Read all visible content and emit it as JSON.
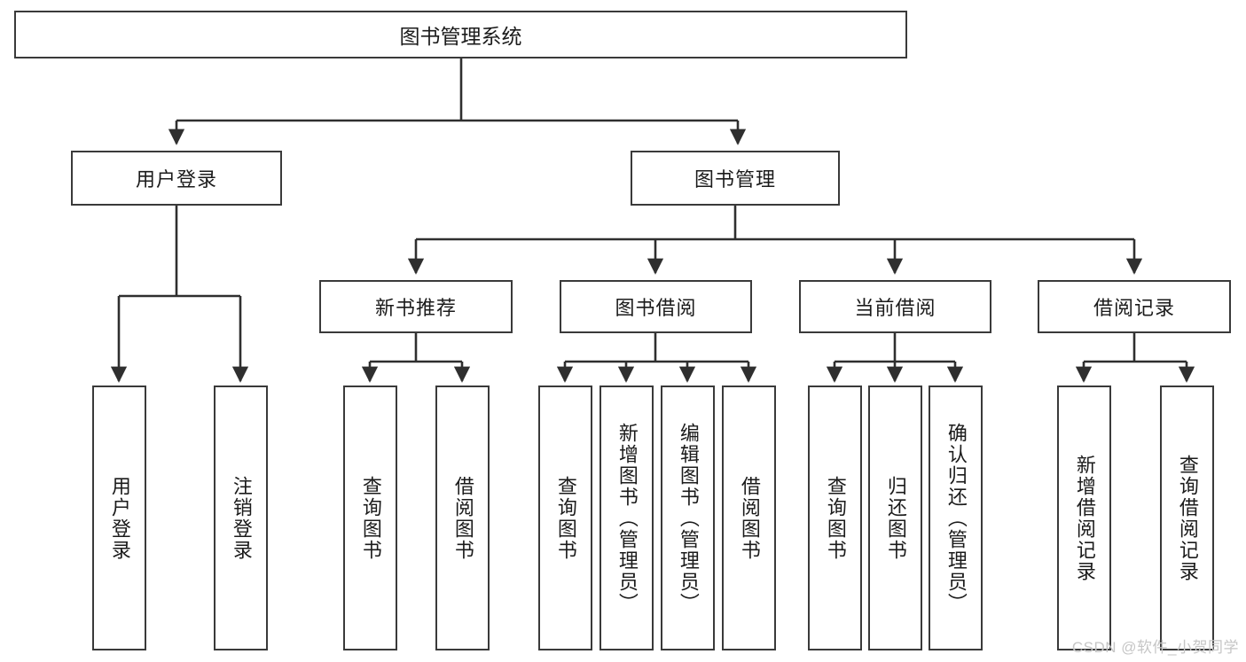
{
  "diagram": {
    "title": "图书管理系统",
    "type": "tree-hierarchy",
    "colors": {
      "background": "#ffffff",
      "box_fill": "#ffffff",
      "box_border": "#3a3a3a",
      "connector": "#2f2f2f",
      "text": "#1b1b1b",
      "watermark": "#c6c6c6"
    },
    "root": {
      "label": "图书管理系统"
    },
    "level2": [
      {
        "label": "用户登录"
      },
      {
        "label": "图书管理"
      }
    ],
    "level3": [
      {
        "label": "新书推荐"
      },
      {
        "label": "图书借阅"
      },
      {
        "label": "当前借阅"
      },
      {
        "label": "借阅记录"
      }
    ],
    "leaves": {
      "user_login": [
        {
          "label": "用户登录"
        },
        {
          "label": "注销登录"
        }
      ],
      "new_book_recommend": [
        {
          "label": "查询图书"
        },
        {
          "label": "借阅图书"
        }
      ],
      "book_borrow": [
        {
          "label": "查询图书"
        },
        {
          "label": "新增图书（管理员）"
        },
        {
          "label": "编辑图书（管理员）"
        },
        {
          "label": "借阅图书"
        }
      ],
      "current_borrow": [
        {
          "label": "查询图书"
        },
        {
          "label": "归还图书"
        },
        {
          "label": "确认归还（管理员）"
        }
      ],
      "borrow_record": [
        {
          "label": "新增借阅记录"
        },
        {
          "label": "查询借阅记录"
        }
      ]
    }
  },
  "watermark": {
    "text": "CSDN @软件_小贺同学"
  }
}
